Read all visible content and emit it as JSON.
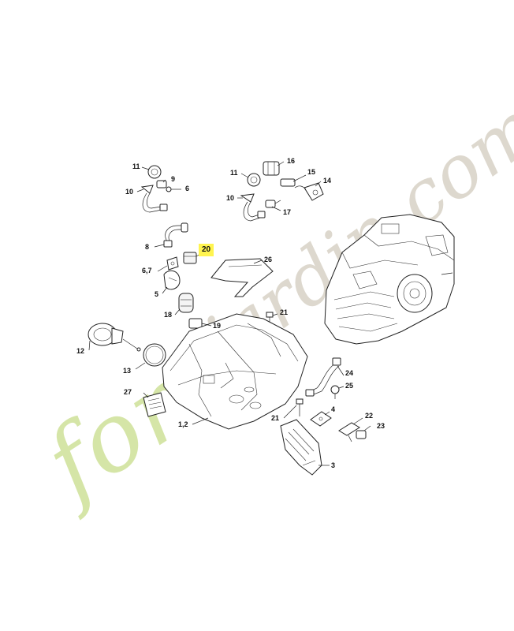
{
  "watermark": {
    "left": "fore",
    "right": "jardin.com"
  },
  "callouts": {
    "c11a": "11",
    "c9": "9",
    "c6": "6",
    "c10a": "10",
    "c16": "16",
    "c11b": "11",
    "c15": "15",
    "c14": "14",
    "c10b": "10",
    "c17": "17",
    "c8": "8",
    "c20": "20",
    "c26": "26",
    "c67": "6,7",
    "c5": "5",
    "c18": "18",
    "c19": "19",
    "c21a": "21",
    "c12": "12",
    "c13": "13",
    "c24": "24",
    "c25": "25",
    "c27": "27",
    "c4": "4",
    "c21b": "21",
    "c22": "22",
    "c12b": "1,2",
    "c23": "23",
    "c3": "3"
  },
  "highlight_color": "#fff44f"
}
